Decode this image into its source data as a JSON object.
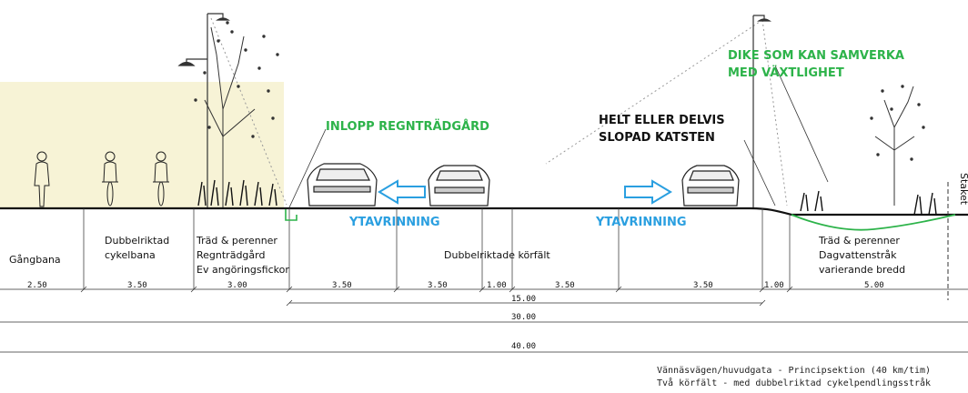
{
  "annotations": {
    "ditch": [
      "DIKE SOM KAN SAMVERKA",
      "MED VÄXTLIGHET"
    ],
    "inlet": "INLOPP REGNTRÄDGÅRD",
    "curb": [
      "HELT ELLER DELVIS",
      "SLOPAD KATSTEN"
    ],
    "runoff_left": "YTAVRINNING",
    "runoff_right": "YTAVRINNING",
    "fence": "Staket"
  },
  "zones": {
    "sidewalk": "Gångbana",
    "cycle": [
      "Dubbelriktad",
      "cykelbana"
    ],
    "planting_left": [
      "Träd & perenner",
      "Regnträdgård",
      "Ev angöringsfickor"
    ],
    "lanes": "Dubbelriktade körfält",
    "planting_right": [
      "Träd & perenner",
      "Dagvattenstråk",
      "varierande bredd"
    ]
  },
  "dimensions": {
    "sidewalk": "2.50",
    "cycle": "3.50",
    "planting_left": "3.00",
    "lane1": "3.50",
    "lane2": "3.50",
    "median": "1.00",
    "lane3": "3.50",
    "lane4": "3.50",
    "verge": "1.00",
    "planting_right": "5.00",
    "carriageway_total": "15.00",
    "subtotal": "30.00",
    "total": "40.00"
  },
  "caption": [
    "Vännäsvägen/huvudgata - Principsektion (40 km/tim)",
    "Två körfält - med dubbelriktad cykelpendlingsstråk"
  ],
  "colors": {
    "highlight_area": "#f7f3d6",
    "annotation_green": "#2db34a",
    "annotation_blue": "#2a9fe0",
    "ground": "#111111"
  },
  "icons": [
    "pedestrian-icon",
    "cyclist-icon",
    "tree-icon",
    "street-lamp-icon",
    "car-icon",
    "arrow-left-icon",
    "arrow-right-icon",
    "perennials-icon"
  ]
}
